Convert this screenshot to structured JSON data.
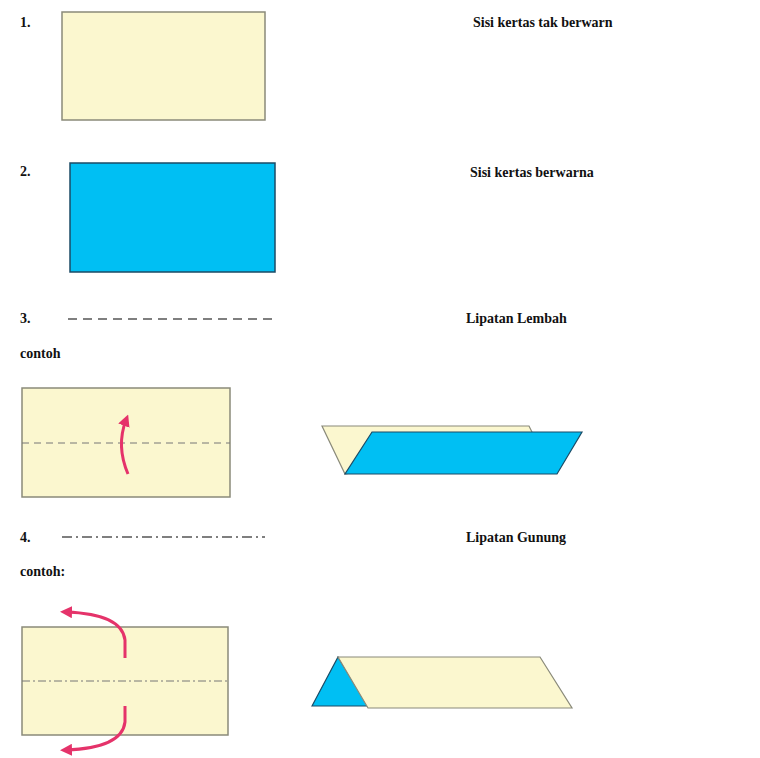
{
  "diagram": {
    "labels": [
      "1.",
      "Sisi kertas tak berwarn",
      "2.",
      "Sisi kertas berwarna",
      "3.",
      "Lipatan Lembah",
      "contoh",
      "4.",
      "Lipatan Gunung",
      "contoh:"
    ]
  }
}
